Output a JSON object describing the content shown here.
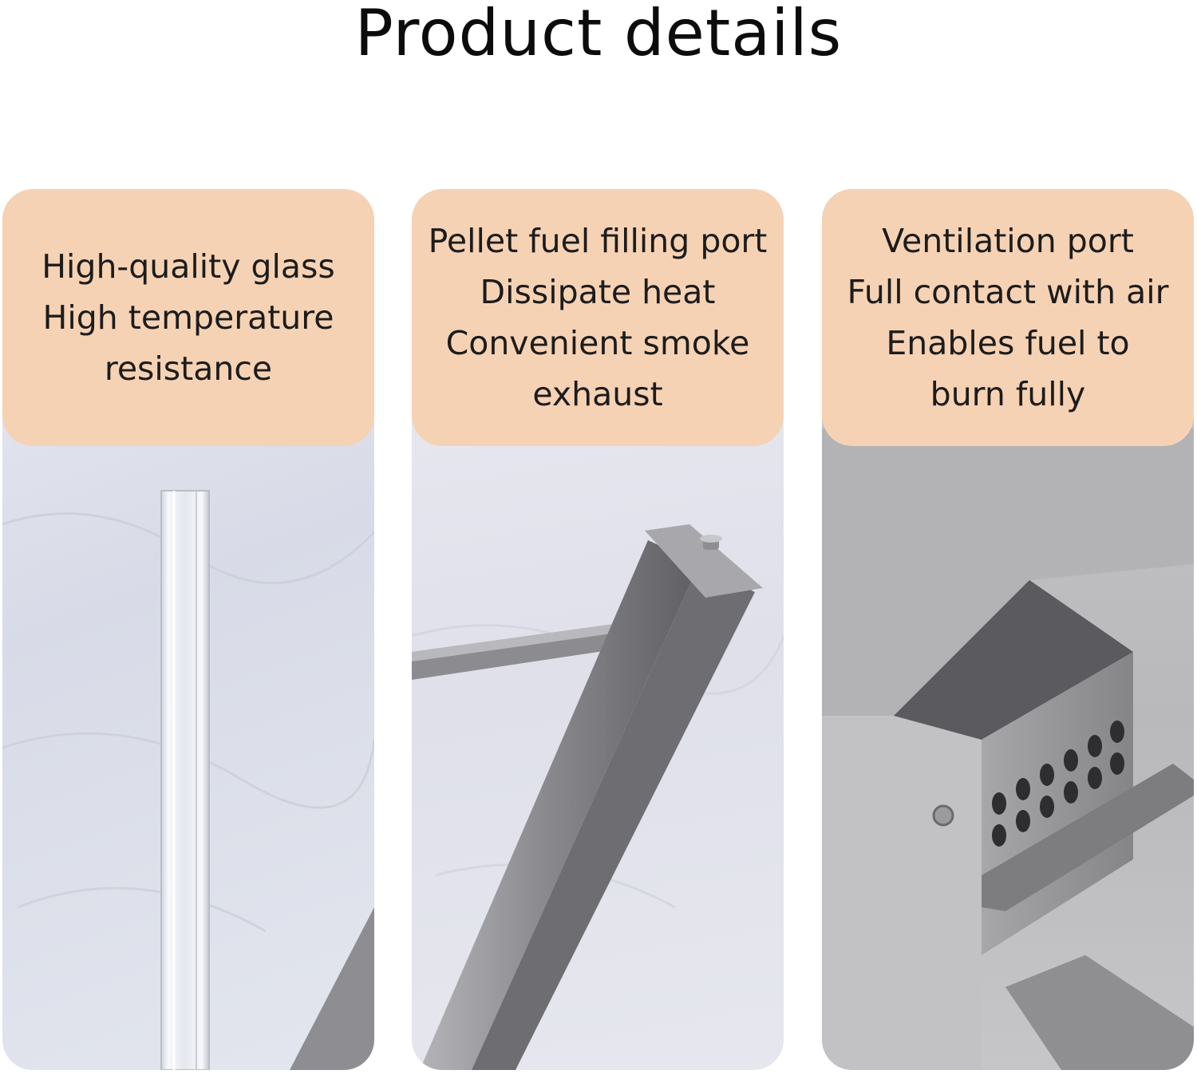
{
  "title": "Product details",
  "panels": [
    {
      "lines": [
        "High-quality glass",
        "High temperature",
        "resistance"
      ],
      "image": "glass-tube-photo"
    },
    {
      "lines": [
        "Pellet fuel filling port",
        "Dissipate heat",
        "Convenient smoke",
        "exhaust"
      ],
      "image": "fuel-port-photo"
    },
    {
      "lines": [
        "Ventilation port",
        "Full contact with air",
        "Enables fuel to",
        "burn fully"
      ],
      "image": "ventilation-port-photo"
    }
  ],
  "colors": {
    "caption_bg": "#f6d2b4",
    "text": "#1c1c1c",
    "steel": "#9a9a9c"
  }
}
